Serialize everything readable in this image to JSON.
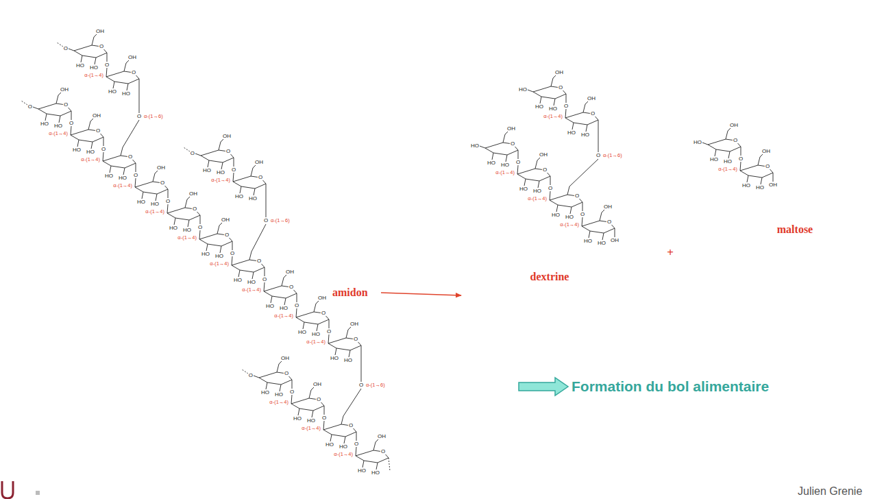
{
  "diagram": {
    "labels": [
      "OH",
      "O",
      "HO",
      "HO",
      "O",
      "O",
      "α-(1→4)",
      "OH",
      "O",
      "HO",
      "HO",
      "O",
      "α-(1→6)",
      "OH",
      "O",
      "HO",
      "HO",
      "O",
      "O",
      "α-(1→4)",
      "OH",
      "O",
      "HO",
      "HO",
      "O",
      "α-(1→4)",
      "O",
      "HO",
      "HO",
      "O",
      "α-(1→4)",
      "OH",
      "O",
      "HO",
      "HO",
      "O",
      "α-(1→4)",
      "OH",
      "O",
      "HO",
      "HO",
      "O",
      "α-(1→4)",
      "OH",
      "O",
      "HO",
      "HO",
      "O",
      "α-(1→4)",
      "O",
      "HO",
      "HO",
      "O",
      "α-(1→4)",
      "OH",
      "O",
      "HO",
      "HO",
      "O",
      "α-(1→4)",
      "OH",
      "O",
      "HO",
      "HO",
      "O",
      "α-(1→4)",
      "OH",
      "O",
      "HO",
      "HO",
      "O",
      "α-(1→6)",
      "OH",
      "O",
      "HO",
      "HO",
      "O",
      "O",
      "α-(1→4)",
      "OH",
      "O",
      "HO",
      "HO",
      "O",
      "α-(1→6)",
      "OH",
      "O",
      "HO",
      "HO",
      "O",
      "O",
      "α-(1→4)",
      "OH",
      "O",
      "HO",
      "HO",
      "O",
      "α-(1→4)",
      "O",
      "HO",
      "HO",
      "O",
      "α-(1→4)",
      "OH",
      "O",
      "HO",
      "HO",
      "OH",
      "O",
      "HO",
      "HO",
      "HO",
      "O",
      "α-(1→4)",
      "OH",
      "O",
      "HO",
      "HO",
      "O",
      "α-(1→6)",
      "OH",
      "O",
      "HO",
      "HO",
      "HO",
      "O",
      "α-(1→4)",
      "OH",
      "O",
      "HO",
      "HO",
      "O",
      "α-(1→4)",
      "O",
      "HO",
      "HO",
      "O",
      "α-(1→4)",
      "OH",
      "O",
      "HO",
      "HO",
      "OH",
      "OH",
      "O",
      "HO",
      "HO",
      "HO",
      "O",
      "α-(1→4)",
      "OH",
      "O",
      "HO",
      "HO",
      "OH",
      "amidon",
      "dextrine",
      "+",
      "maltose",
      "Formation du bol alimentaire",
      "Julien Grenie"
    ]
  }
}
